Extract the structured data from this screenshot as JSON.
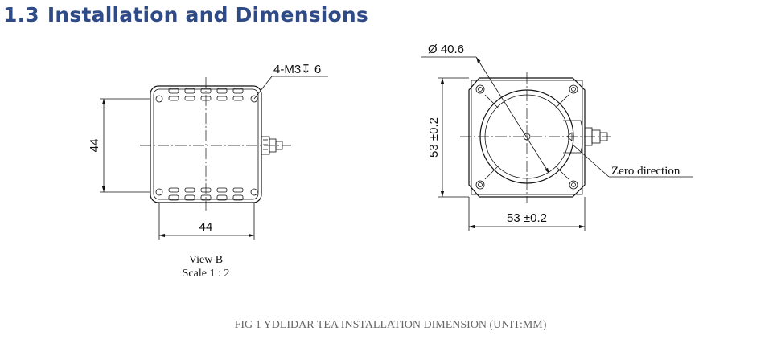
{
  "heading": {
    "number": "1.3",
    "title": "Installation and Dimensions"
  },
  "view_b": {
    "hole_callout": "4-M3↧ 6",
    "width_label": "44",
    "height_label": "44",
    "view_label": "View B",
    "scale_label": "Scale 1 : 2"
  },
  "top_view": {
    "diameter_label": "Ø 40.6",
    "width_label": "53 ±0.2",
    "height_label": "53 ±0.2",
    "zero_label": "Zero direction"
  },
  "caption": "FIG 1 YDLIDAR TEA INSTALLATION DIMENSION (UNIT:MM)"
}
